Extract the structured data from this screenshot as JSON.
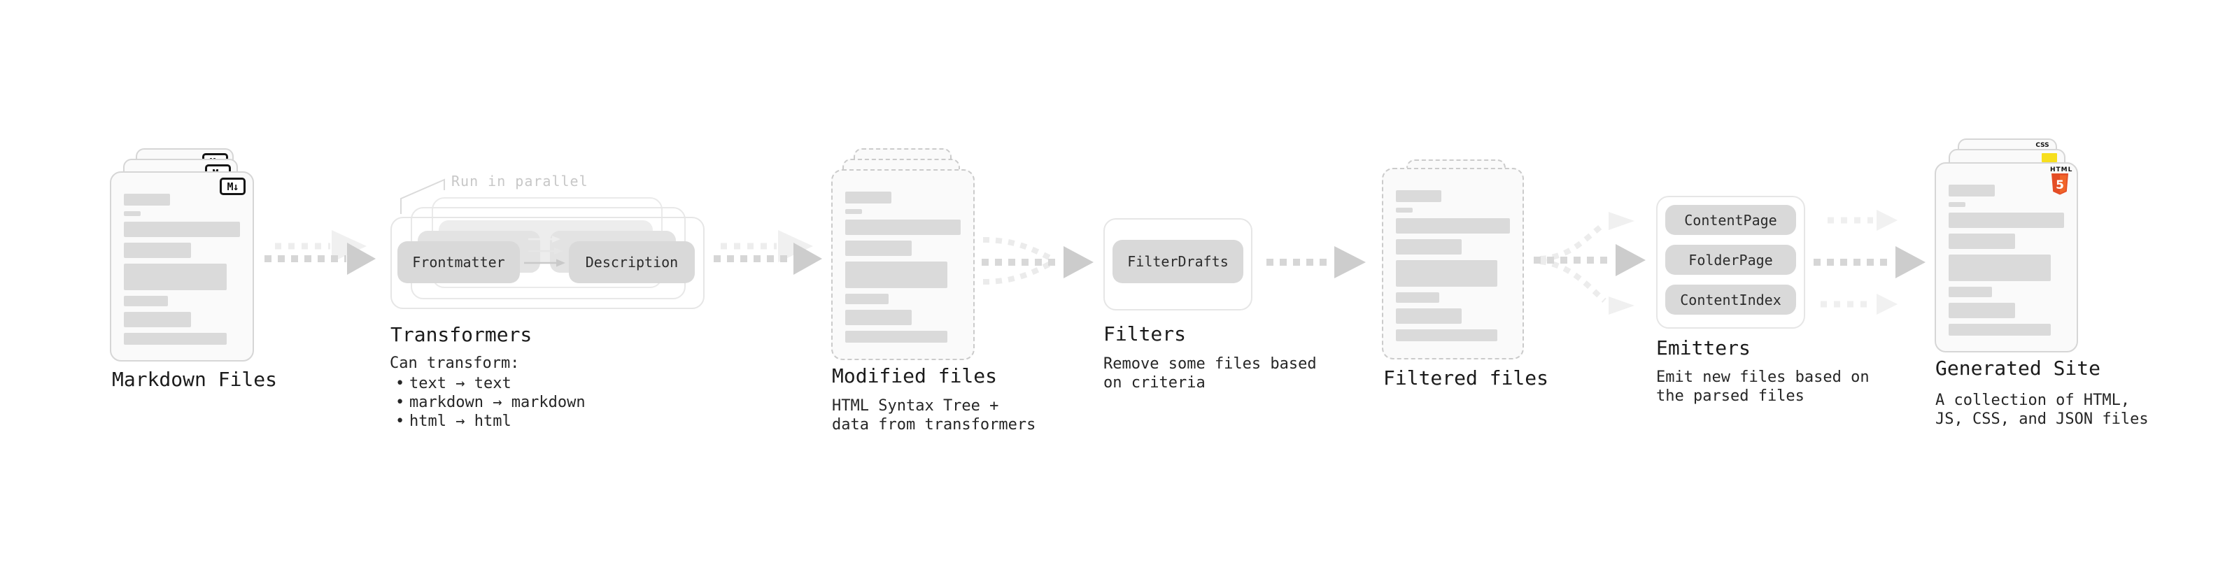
{
  "stages": {
    "markdown_files": {
      "label": "Markdown Files",
      "file_badge": "M↓"
    },
    "transformers": {
      "label": "Transformers",
      "annotation": "Run in parallel",
      "transformer_buttons": [
        "Frontmatter",
        "Description"
      ],
      "desc_title": "Can transform:",
      "bullets": [
        "text → text",
        "markdown → markdown",
        "html → html"
      ]
    },
    "modified_files": {
      "label": "Modified files",
      "desc": "HTML Syntax Tree +\ndata from transformers"
    },
    "filters": {
      "label": "Filters",
      "filter_buttons": [
        "FilterDrafts"
      ],
      "desc": "Remove some files based\non criteria"
    },
    "filtered_files": {
      "label": "Filtered files"
    },
    "emitters": {
      "label": "Emitters",
      "emitter_buttons": [
        "ContentPage",
        "FolderPage",
        "ContentIndex"
      ],
      "desc": "Emit new files based on\nthe parsed files"
    },
    "generated_site": {
      "label": "Generated Site",
      "desc": "A collection of HTML,\nJS, CSS, and JSON files",
      "badges": {
        "html_label": "HTML",
        "html_number": "5",
        "css": "CSS"
      }
    }
  },
  "colors": {
    "html5_orange": "#e44d26",
    "html5_orange_light": "#f16529",
    "js_yellow": "#f7df1e",
    "css_blue": "#2862e9"
  }
}
